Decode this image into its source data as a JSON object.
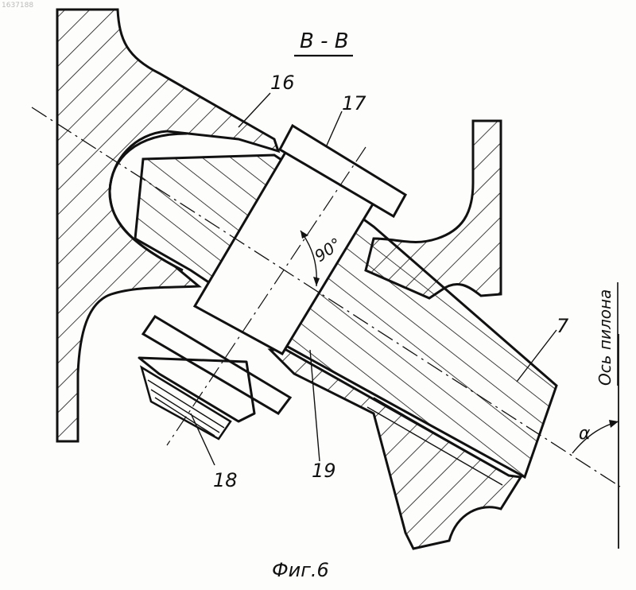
{
  "doc_number": "1637188",
  "section_title": "В - В",
  "figure_caption": "Фиг.6",
  "angle_label": "90°",
  "alpha_label": "α",
  "axis_label": "Ось пилона",
  "part_labels": {
    "p16": "16",
    "p17": "17",
    "p7": "7",
    "p18": "18",
    "p19": "19"
  }
}
